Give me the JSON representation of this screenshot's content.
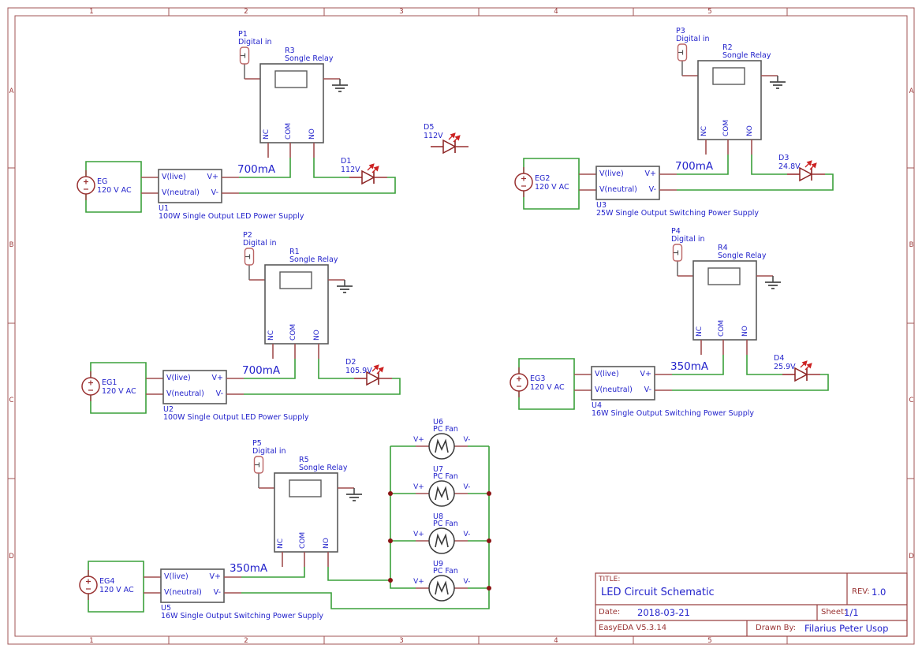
{
  "frame": {
    "cols": [
      "1",
      "2",
      "3",
      "4",
      "5"
    ],
    "rows": [
      "A",
      "B",
      "C",
      "D"
    ]
  },
  "title_block": {
    "title_label": "TITLE:",
    "title": "LED Circuit Schematic",
    "rev_label": "REV:",
    "rev": "1.0",
    "date_label": "Date:",
    "date": "2018-03-21",
    "sheet_label": "Sheet:",
    "sheet": "1/1",
    "software": "EasyEDA V5.3.14",
    "drawn_by_label": "Drawn By:",
    "drawn_by": "Filarius Peter Usop"
  },
  "colors": {
    "wire_green": "#3aa03a",
    "pin_red": "#a14f4f",
    "label_blue": "#2323cb",
    "frame_red": "#a05555",
    "frame_text": "#993333",
    "junction_red": "#8b1515",
    "symbol_red": "#993030",
    "arrow_red": "#cc2222",
    "component_gray": "#5a5a5a"
  },
  "circuits": [
    {
      "connector": {
        "ref": "P1",
        "label": "Digital in"
      },
      "relay": {
        "ref": "R3",
        "label": "Songle Relay",
        "pin_nc": "NC",
        "pin_com": "COM",
        "pin_no": "NO"
      },
      "psu": {
        "ref": "U1",
        "desc": "100W Single Output LED Power Supply",
        "pin_live": "V(live)",
        "pin_neutral": "V(neutral)",
        "pin_vplus": "V+",
        "pin_vminus": "V-"
      },
      "source": {
        "ref": "EG",
        "label": "120 V AC"
      },
      "current": "700mA",
      "led": {
        "ref": "D1",
        "value": "112V"
      }
    },
    {
      "connector": {
        "ref": "P2",
        "label": "Digital in"
      },
      "relay": {
        "ref": "R1",
        "label": "Songle Relay",
        "pin_nc": "NC",
        "pin_com": "COM",
        "pin_no": "NO"
      },
      "psu": {
        "ref": "U2",
        "desc": "100W Single Output LED Power Supply",
        "pin_live": "V(live)",
        "pin_neutral": "V(neutral)",
        "pin_vplus": "V+",
        "pin_vminus": "V-"
      },
      "source": {
        "ref": "EG1",
        "label": "120 V AC"
      },
      "current": "700mA",
      "led": {
        "ref": "D2",
        "value": "105.9V"
      }
    },
    {
      "connector": {
        "ref": "P3",
        "label": "Digital in"
      },
      "relay": {
        "ref": "R2",
        "label": "Songle Relay",
        "pin_nc": "NC",
        "pin_com": "COM",
        "pin_no": "NO"
      },
      "psu": {
        "ref": "U3",
        "desc": "25W Single Output Switching Power Supply",
        "pin_live": "V(live)",
        "pin_neutral": "V(neutral)",
        "pin_vplus": "V+",
        "pin_vminus": "V-"
      },
      "source": {
        "ref": "EG2",
        "label": "120 V AC"
      },
      "current": "700mA",
      "led": {
        "ref": "D3",
        "value": "24.8V"
      }
    },
    {
      "connector": {
        "ref": "P4",
        "label": "Digital in"
      },
      "relay": {
        "ref": "R4",
        "label": "Songle Relay",
        "pin_nc": "NC",
        "pin_com": "COM",
        "pin_no": "NO"
      },
      "psu": {
        "ref": "U4",
        "desc": "16W Single Output Switching Power Supply",
        "pin_live": "V(live)",
        "pin_neutral": "V(neutral)",
        "pin_vplus": "V+",
        "pin_vminus": "V-"
      },
      "source": {
        "ref": "EG3",
        "label": "120 V AC"
      },
      "current": "350mA",
      "led": {
        "ref": "D4",
        "value": "25.9V"
      }
    },
    {
      "connector": {
        "ref": "P5",
        "label": "Digital in"
      },
      "relay": {
        "ref": "R5",
        "label": "Songle Relay",
        "pin_nc": "NC",
        "pin_com": "COM",
        "pin_no": "NO"
      },
      "psu": {
        "ref": "U5",
        "desc": "16W Single Output Switching Power Supply",
        "pin_live": "V(live)",
        "pin_neutral": "V(neutral)",
        "pin_vplus": "V+",
        "pin_vminus": "V-"
      },
      "source": {
        "ref": "EG4",
        "label": "120 V AC"
      },
      "current": "350mA"
    }
  ],
  "floating_led": {
    "ref": "D5",
    "value": "112V"
  },
  "fans": [
    {
      "ref": "U6",
      "label": "PC Fan",
      "pin_vplus": "V+",
      "pin_vminus": "V-"
    },
    {
      "ref": "U7",
      "label": "PC Fan",
      "pin_vplus": "V+",
      "pin_vminus": "V-"
    },
    {
      "ref": "U8",
      "label": "PC Fan",
      "pin_vplus": "V+",
      "pin_vminus": "V-"
    },
    {
      "ref": "U9",
      "label": "PC Fan",
      "pin_vplus": "V+",
      "pin_vminus": "V-"
    }
  ]
}
